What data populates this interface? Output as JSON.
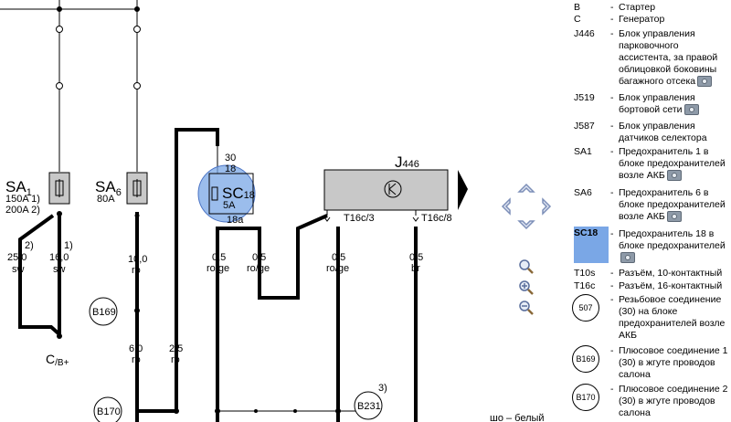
{
  "diagram": {
    "fuse_sa1": {
      "label": "SA",
      "sub": "1",
      "rating": "150A 1)",
      "rating2": "200A 2)"
    },
    "fuse_sa6": {
      "label": "SA",
      "sub": "6",
      "rating": "80A"
    },
    "fuse_sc18": {
      "label": "SC",
      "sub": "18",
      "rating": "5A",
      "pin_top": "30",
      "pin_18": "18",
      "pin_18a": "18a"
    },
    "j446": {
      "label": "J",
      "sub": "446",
      "pin1": "T16c/3",
      "pin2": "T16c/8"
    },
    "wires": {
      "w1": {
        "note": "2)",
        "size": "25,0",
        "color": "sw"
      },
      "w2": {
        "note": "1)",
        "size": "16,0",
        "color": "sw"
      },
      "w3": {
        "size": "10,0",
        "color": "ro"
      },
      "w4": {
        "size": "6,0",
        "color": "ro"
      },
      "w5": {
        "size": "2,5",
        "color": "ro"
      },
      "w6": {
        "size": "0,5",
        "color": "ro/ge"
      },
      "w7": {
        "size": "0,5",
        "color": "ro/ge"
      },
      "w8": {
        "size": "0,5",
        "color": "ro/ge"
      },
      "w9": {
        "size": "0,5",
        "color": "br"
      }
    },
    "connectors": {
      "b169": "B169",
      "b170": "B170",
      "b231": "B231",
      "b231_note": "3)"
    },
    "terminal": {
      "label": "C",
      "sub": "/B+"
    },
    "bottom_partial": "шо – белый"
  },
  "legend": [
    {
      "code": "B",
      "desc": "Стартер",
      "photo": false
    },
    {
      "code": "C",
      "desc": "Генератор",
      "photo": false
    },
    {
      "code": "J446",
      "desc": "Блок управления парковочного ассистента, за правой облицовкой боковины багажного отсека",
      "photo": true
    },
    {
      "code": "J519",
      "desc": "Блок управления бортовой сети",
      "photo": true
    },
    {
      "code": "J587",
      "desc": "Блок управления датчиков селектора",
      "photo": false
    },
    {
      "code": "SA1",
      "desc": "Предохранитель 1 в блоке предохранителей возле АКБ",
      "photo": true
    },
    {
      "code": "SA6",
      "desc": "Предохранитель 6 в блоке предохранителей возле АКБ",
      "photo": true
    },
    {
      "code": "SC18",
      "desc": "Предохранитель 18 в блоке предохранителей",
      "photo": true
    },
    {
      "code": "T10s",
      "desc": "Разъём, 10-контактный",
      "photo": false
    },
    {
      "code": "T16c",
      "desc": "Разъём, 16-контактный",
      "photo": false
    },
    {
      "code": "507",
      "desc": "Резьбовое соединение (30) на блоке предохранителей возле АКБ",
      "photo": false
    },
    {
      "code": "B169",
      "desc": "Плюсовое соединение 1 (30) в жгуте проводов салона",
      "photo": false
    },
    {
      "code": "B170",
      "desc": "Плюсовое соединение 2 (30) в жгуте проводов салона",
      "photo": false
    }
  ],
  "colors": {
    "highlight": "#7aa7e6",
    "wire": "#000000",
    "box_fill": "#c8c8c8",
    "nav": "#7d8fb8"
  }
}
